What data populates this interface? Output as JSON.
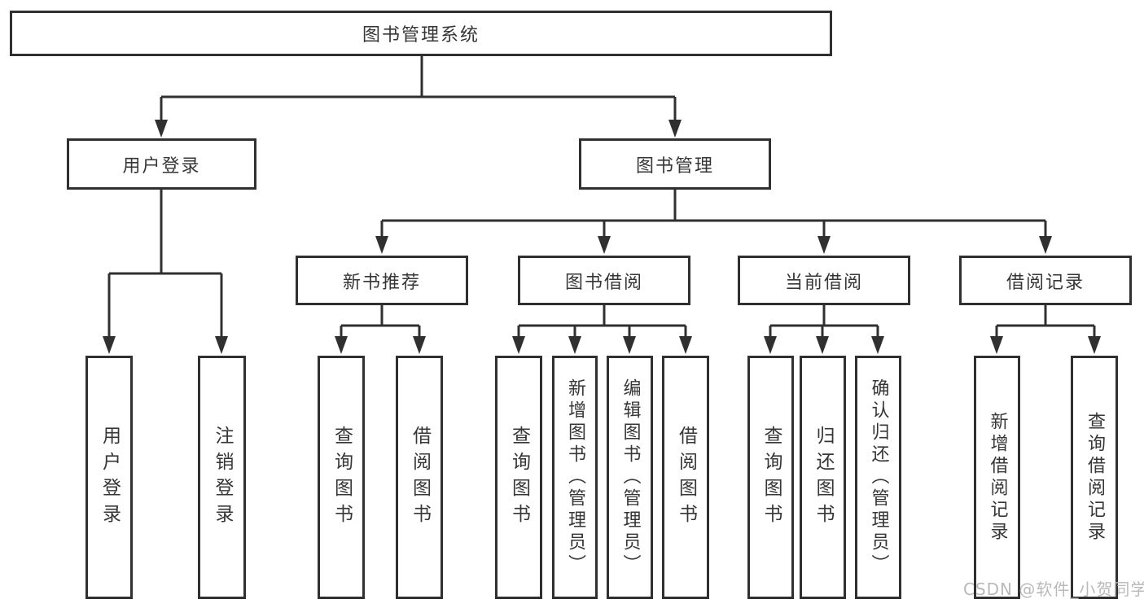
{
  "tree": {
    "label": "图书管理系统",
    "children": [
      {
        "label": "用户登录",
        "children": [
          {
            "label": "用户登录"
          },
          {
            "label": "注销登录"
          }
        ]
      },
      {
        "label": "图书管理",
        "children": [
          {
            "label": "新书推荐",
            "children": [
              {
                "label": "查询图书"
              },
              {
                "label": "借阅图书"
              }
            ]
          },
          {
            "label": "图书借阅",
            "children": [
              {
                "label": "查询图书"
              },
              {
                "label": "新增图书（管理员）"
              },
              {
                "label": "编辑图书（管理员）"
              },
              {
                "label": "借阅图书"
              }
            ]
          },
          {
            "label": "当前借阅",
            "children": [
              {
                "label": "查询图书"
              },
              {
                "label": "归还图书"
              },
              {
                "label": "确认归还（管理员）"
              }
            ]
          },
          {
            "label": "借阅记录",
            "children": [
              {
                "label": "新增借阅记录"
              },
              {
                "label": "查询借阅记录"
              }
            ]
          }
        ]
      }
    ]
  },
  "watermark": {
    "text": "CSDN @软件_小贺同学"
  },
  "colors": {
    "line": "#303030",
    "box_border": "#303030",
    "box_fill": "#ffffff",
    "text": "#363636",
    "watermark": "#b9b9b9",
    "background": "#ffffff"
  }
}
